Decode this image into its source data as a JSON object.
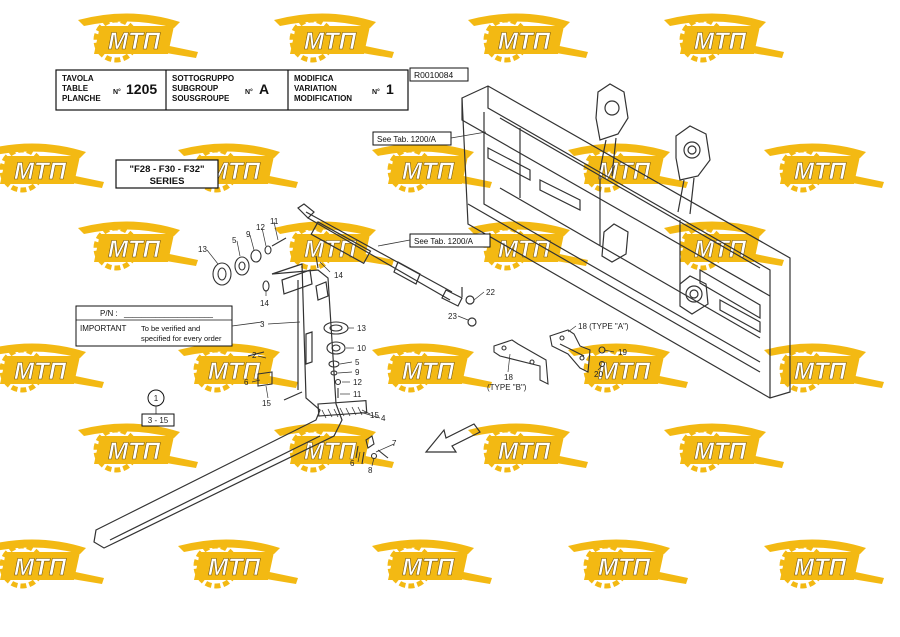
{
  "header": {
    "table_labels": [
      "TAVOLA",
      "TABLE",
      "PLANCHE"
    ],
    "table_no_prefix": "N°",
    "table_no": "1205",
    "subgroup_labels": [
      "SOTTOGRUPPO",
      "SUBGROUP",
      "SOUSGROUPE"
    ],
    "subgroup_prefix": "N°",
    "subgroup_value": "A",
    "mod_labels": [
      "MODIFICA",
      "VARIATION",
      "MODIFICATION"
    ],
    "mod_prefix": "N°",
    "mod_value": "1",
    "drawing_code": "R0010084"
  },
  "series_label": [
    "\"F28 - F30 - F32\"",
    "SERIES"
  ],
  "references": {
    "see_tab_a": "See Tab. 1200/A",
    "see_tab_b": "See Tab. 1200/A"
  },
  "note_box": {
    "pn_label": "P/N :",
    "pn_blank": "____________________",
    "important_label": "IMPORTANT",
    "text_line1": "To be verified and",
    "text_line2": "specified for every order"
  },
  "callouts": {
    "c1": "1",
    "c3_15": "3 - 15",
    "c13a": "13",
    "c5a": "5",
    "c9a": "9",
    "c12a": "12",
    "c11a": "11",
    "c14a": "14",
    "c14b": "14",
    "c3": "3",
    "c13b": "13",
    "c10": "10",
    "c5b": "5",
    "c9b": "9",
    "c12b": "12",
    "c11b": "11",
    "c2": "2",
    "c6a": "6",
    "c15a": "15",
    "c4": "4",
    "c15b": "15",
    "c7": "7",
    "c6b": "6",
    "c8": "8",
    "c22": "22",
    "c23": "23",
    "c18a": "18 (TYPE \"A\")",
    "c19": "19",
    "c20": "20",
    "c18b": "18",
    "type_b": "(TYPE \"B\")"
  },
  "watermark": {
    "text": "МТП",
    "color": "#f2b400",
    "text_color": "#ffffff"
  },
  "colors": {
    "line": "#333333",
    "ink": "#111111"
  }
}
